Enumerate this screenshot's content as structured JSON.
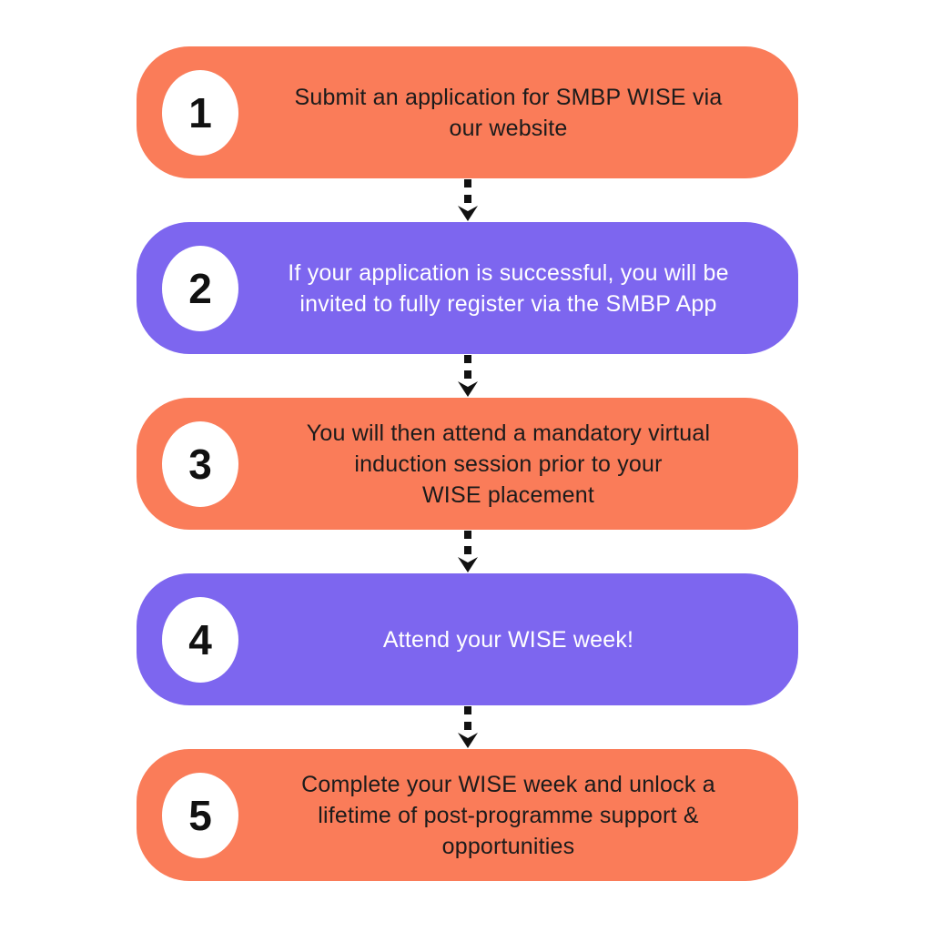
{
  "palette": {
    "orange": "#FA7C59",
    "purple": "#7D66EF",
    "text_dark": "#1B1B1B",
    "text_light": "#FFFFFF",
    "badge_bg": "#FFFFFF",
    "badge_text": "#111111",
    "arrow": "#111111",
    "background": "#FFFFFF"
  },
  "flowchart": {
    "steps": [
      {
        "number": "1",
        "text": "Submit an application for SMBP WISE via\nour website",
        "variant": "orange",
        "bg": "#FA7C59",
        "fg": "#1B1B1B"
      },
      {
        "number": "2",
        "text": "If your application is successful, you will be\ninvited to fully register via the SMBP App",
        "variant": "purple",
        "bg": "#7D66EF",
        "fg": "#FFFFFF"
      },
      {
        "number": "3",
        "text": "You will then attend a mandatory virtual\ninduction session prior to your\nWISE placement",
        "variant": "orange",
        "bg": "#FA7C59",
        "fg": "#1B1B1B"
      },
      {
        "number": "4",
        "text": "Attend your WISE week!",
        "variant": "purple",
        "bg": "#7D66EF",
        "fg": "#FFFFFF"
      },
      {
        "number": "5",
        "text": "Complete your WISE week and unlock a\nlifetime of post-programme support &\nopportunities",
        "variant": "orange",
        "bg": "#FA7C59",
        "fg": "#1B1B1B"
      }
    ]
  }
}
